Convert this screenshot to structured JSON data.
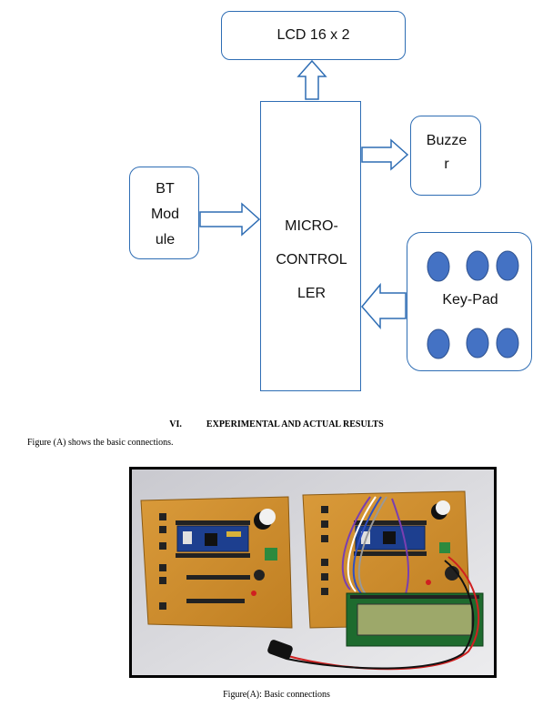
{
  "diagram": {
    "lcd": "LCD 16 x 2",
    "mcu": [
      "MICRO-",
      "CONTROL",
      "LER"
    ],
    "buzzer": [
      "Buzze",
      "r"
    ],
    "bt": [
      "BT",
      "Mod",
      "ule"
    ],
    "keypad": "Key-Pad",
    "colors": {
      "border": "#2e6db4",
      "key_fill": "#4472c4"
    }
  },
  "section": {
    "number": "VI.",
    "title": "EXPERIMENTAL AND ACTUAL  RESULTS"
  },
  "body_text": "Figure (A) shows the basic connections.",
  "figure_caption": "Figure(A): Basic connections"
}
